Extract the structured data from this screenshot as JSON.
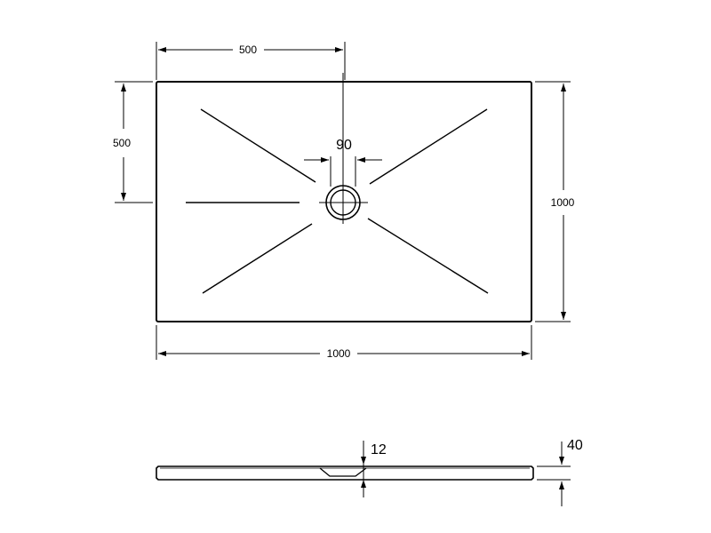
{
  "drawing": {
    "plan_view": {
      "width_dim": "1000",
      "height_dim": "1000",
      "half_width_dim": "500",
      "half_height_dim": "500",
      "drain_diameter_dim": "90"
    },
    "section_view": {
      "drain_depth_dim": "12",
      "tray_height_dim": "40"
    },
    "colors": {
      "line": "#000000",
      "background": "#ffffff"
    }
  }
}
